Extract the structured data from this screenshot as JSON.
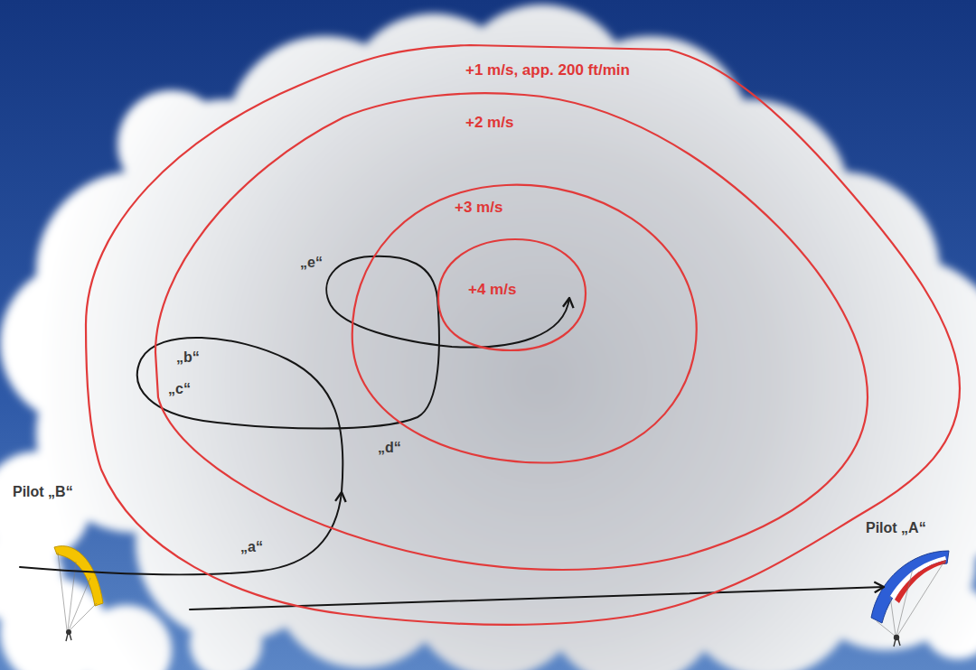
{
  "diagram": {
    "nodes": [
      {
        "text": [
          "+1 m/s, app. 200 ft/min"
        ]
      },
      {
        "text": [
          "+2 m/s"
        ],
        "in": 0
      },
      {
        "text": [
          "+3 m/s"
        ],
        "in": 1
      },
      {
        "text": [
          "+4 m/s"
        ],
        "in": 2
      }
    ],
    "labels": [
      "„e“",
      "„b“",
      "„c“",
      "„d“",
      "Pilot „B“",
      "Pilot „A“",
      "„a“"
    ]
  }
}
